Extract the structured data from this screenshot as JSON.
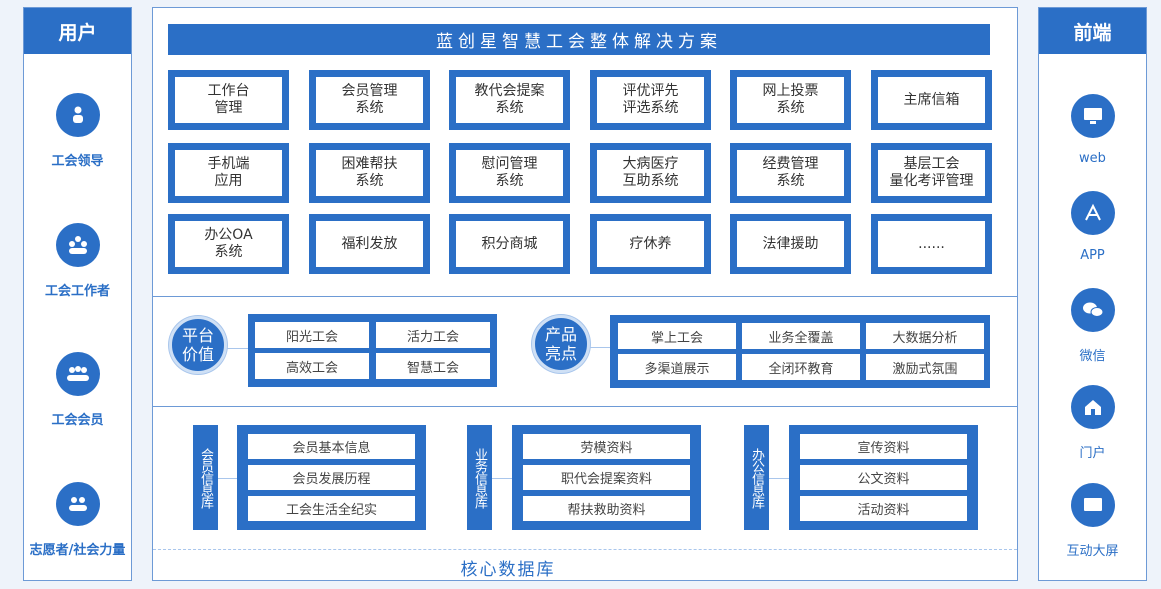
{
  "users": {
    "title": "用户",
    "items": [
      {
        "label": "工会领导",
        "icon": "leader-icon"
      },
      {
        "label": "工会工作者",
        "icon": "worker-group-icon"
      },
      {
        "label": "工会会员",
        "icon": "members-icon"
      },
      {
        "label": "志愿者/社会力量",
        "icon": "volunteers-icon"
      }
    ]
  },
  "frontend": {
    "title": "前端",
    "items": [
      {
        "label": "web",
        "icon": "monitor-icon"
      },
      {
        "label": "APP",
        "icon": "app-store-icon"
      },
      {
        "label": "微信",
        "icon": "wechat-icon"
      },
      {
        "label": "门户",
        "icon": "home-icon"
      },
      {
        "label": "互动大屏",
        "icon": "screen-icon"
      }
    ]
  },
  "solution": {
    "title": "蓝创星智慧工会整体解决方案",
    "systems": [
      "工作台\n管理",
      "会员管理\n系统",
      "教代会提案\n系统",
      "评优评先\n评选系统",
      "网上投票\n系统",
      "主席信箱",
      "手机端\n应用",
      "困难帮扶\n系统",
      "慰问管理\n系统",
      "大病医疗\n互助系统",
      "经费管理\n系统",
      "基层工会\n量化考评管理",
      "办公OA\n系统",
      "福利发放",
      "积分商城",
      "疗休养",
      "法律援助",
      "......"
    ]
  },
  "platform_value": {
    "title": "平台\n价值",
    "items": [
      "阳光工会",
      "活力工会",
      "高效工会",
      "智慧工会"
    ]
  },
  "highlights": {
    "title": "产品\n亮点",
    "items": [
      "掌上工会",
      "业务全覆盖",
      "大数据分析",
      "多渠道展示",
      "全闭环教育",
      "激励式氛围"
    ]
  },
  "databases": [
    {
      "title": "会员信息库",
      "items": [
        "会员基本信息",
        "会员发展历程",
        "工会生活全纪实"
      ]
    },
    {
      "title": "业务信息库",
      "items": [
        "劳模资料",
        "职代会提案资料",
        "帮扶救助资料"
      ]
    },
    {
      "title": "办公信息库",
      "items": [
        "宣传资料",
        "公文资料",
        "活动资料"
      ]
    }
  ],
  "core_db": "核心数据库"
}
